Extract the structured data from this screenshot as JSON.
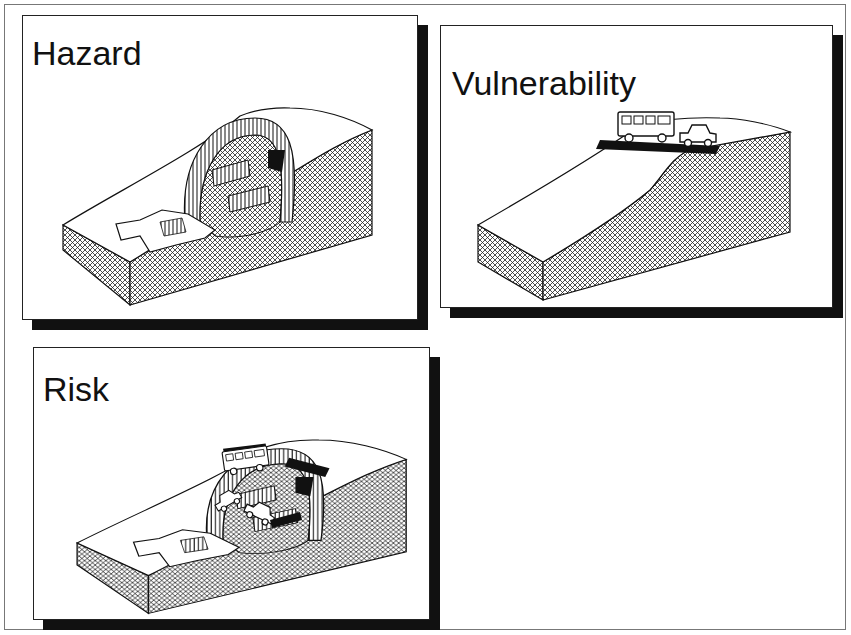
{
  "diagram": {
    "nodes": [
      {
        "text": [
          "Hazard"
        ]
      },
      {
        "text": [
          "Vulnerability"
        ]
      },
      {
        "text": [
          "Risk"
        ]
      }
    ]
  }
}
